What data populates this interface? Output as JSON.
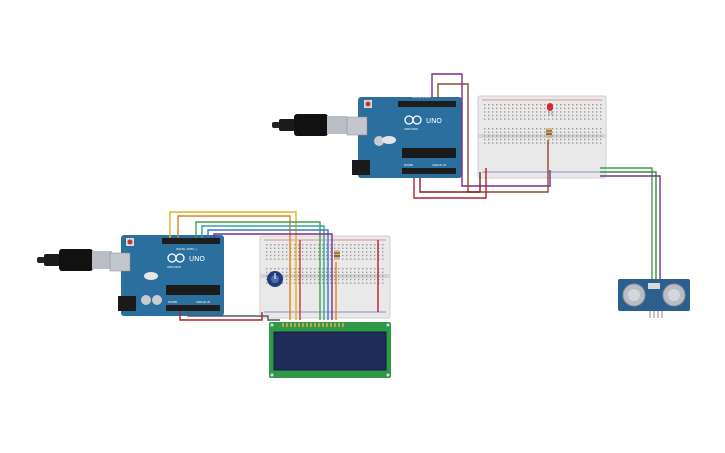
{
  "arduino_top": {
    "logo_text": "UNO",
    "brand_text": "ARDUINO",
    "digital_label": "DIGITAL (PWM~)",
    "power_label": "POWER",
    "analog_label": "ANALOG IN"
  },
  "arduino_bottom": {
    "logo_text": "UNO",
    "brand_text": "ARDUINO",
    "digital_label": "DIGITAL (PWM~)",
    "power_label": "POWER",
    "analog_label": "ANALOG IN"
  },
  "colors": {
    "board": "#2a6f9e",
    "board_dark": "#1f5a82",
    "breadboard": "#e9e9e9",
    "wire_red": "#b3202b",
    "wire_purple": "#7a2e91",
    "wire_brown": "#8a4b2a",
    "wire_green": "#3fa24a",
    "wire_yellow": "#e0b31c",
    "wire_orange": "#e2801d",
    "wire_blue": "#3a77c9",
    "wire_teal": "#2da59a",
    "wire_gray": "#555a60",
    "lcd_screen": "#1f2c5a",
    "lcd_board": "#2e9a48",
    "sensor_board": "#2d5f8e"
  },
  "components": [
    "usb-cable-top",
    "arduino-uno-top",
    "breadboard-top",
    "red-led",
    "resistor-top",
    "usb-cable-bottom",
    "arduino-uno-bottom",
    "breadboard-bottom",
    "potentiometer",
    "resistor-bottom",
    "lcd-16x2",
    "ultrasonic-sensor"
  ]
}
